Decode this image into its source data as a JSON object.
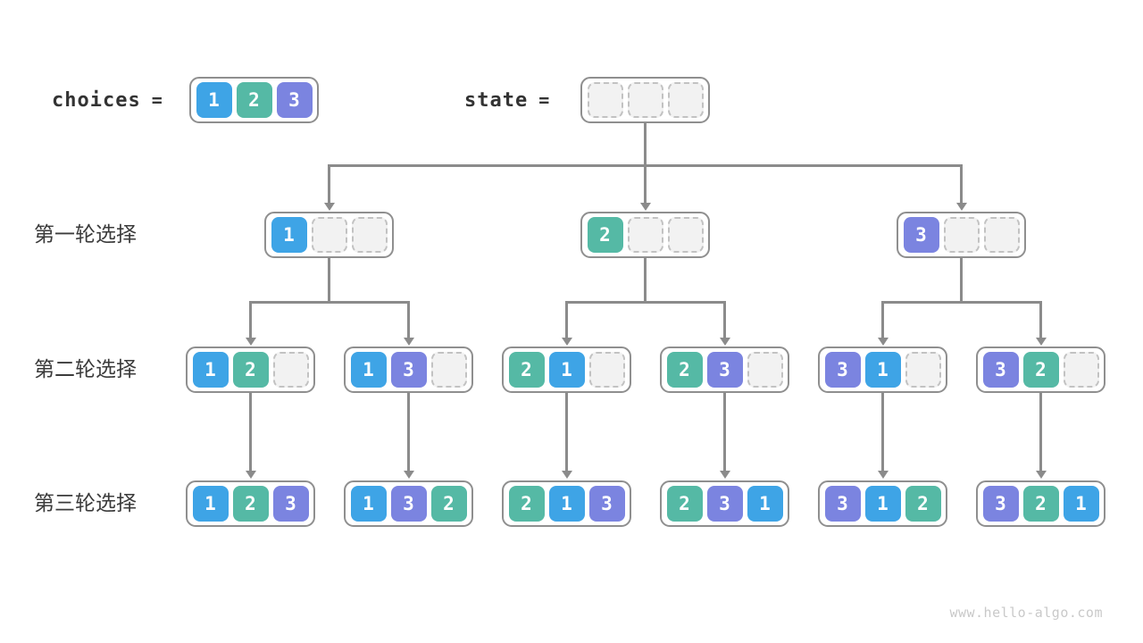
{
  "diagram_title": "permutation-backtracking-tree",
  "palette": {
    "value1_blue": "#3ea4e6",
    "value2_teal": "#55b9a5",
    "value3_purple": "#7b84e0",
    "connector_gray": "#8b8b8b",
    "box_border_gray": "#8f8f8f",
    "empty_cell_fill": "#f2f2f2",
    "empty_cell_border": "#c2c2c2",
    "label_text": "#3b3b3b",
    "watermark_text": "#c9c9c9"
  },
  "header": {
    "choices": {
      "label": "choices",
      "equals": "=",
      "cells": [
        "1",
        "2",
        "3"
      ]
    },
    "state": {
      "label": "state",
      "equals": "=",
      "cells": [
        "",
        "",
        ""
      ]
    }
  },
  "rounds": [
    {
      "label": "第一轮选择",
      "nodes": [
        {
          "cells": [
            "1",
            "",
            ""
          ]
        },
        {
          "cells": [
            "2",
            "",
            ""
          ]
        },
        {
          "cells": [
            "3",
            "",
            ""
          ]
        }
      ]
    },
    {
      "label": "第二轮选择",
      "nodes": [
        {
          "cells": [
            "1",
            "2",
            ""
          ]
        },
        {
          "cells": [
            "1",
            "3",
            ""
          ]
        },
        {
          "cells": [
            "2",
            "1",
            ""
          ]
        },
        {
          "cells": [
            "2",
            "3",
            ""
          ]
        },
        {
          "cells": [
            "3",
            "1",
            ""
          ]
        },
        {
          "cells": [
            "3",
            "2",
            ""
          ]
        }
      ]
    },
    {
      "label": "第三轮选择",
      "nodes": [
        {
          "cells": [
            "1",
            "2",
            "3"
          ]
        },
        {
          "cells": [
            "1",
            "3",
            "2"
          ]
        },
        {
          "cells": [
            "2",
            "1",
            "3"
          ]
        },
        {
          "cells": [
            "2",
            "3",
            "1"
          ]
        },
        {
          "cells": [
            "3",
            "1",
            "2"
          ]
        },
        {
          "cells": [
            "3",
            "2",
            "1"
          ]
        }
      ]
    }
  ],
  "watermark": "www.hello-algo.com"
}
